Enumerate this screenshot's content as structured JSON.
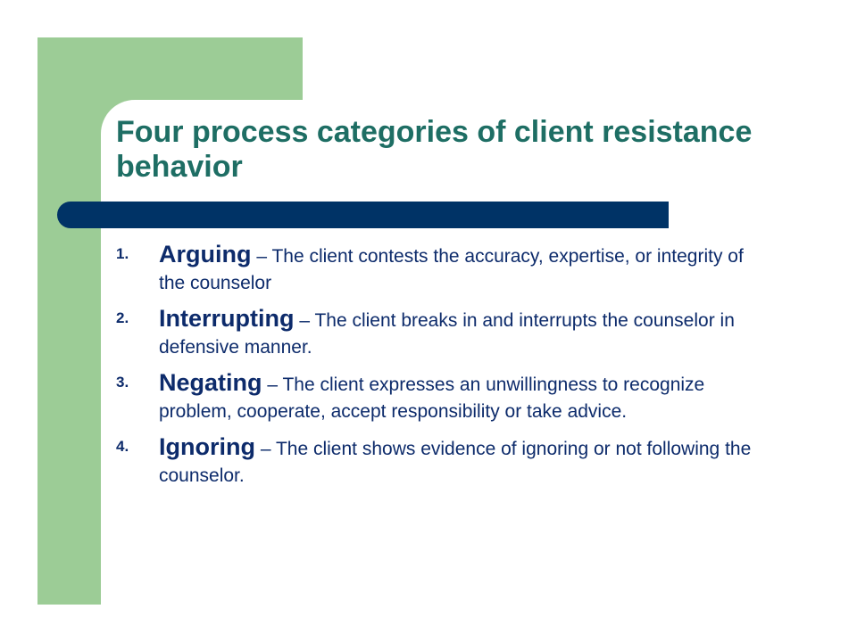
{
  "slide": {
    "title": "Four process categories of client resistance behavior",
    "items": [
      {
        "number": "1.",
        "term": "Arguing",
        "description": " – The client contests the accuracy, expertise, or integrity of the counselor"
      },
      {
        "number": "2.",
        "term": "Interrupting",
        "description": " – The client breaks in and interrupts the counselor in defensive manner."
      },
      {
        "number": "3.",
        "term": "Negating",
        "description": " – The client expresses an unwillingness to recognize problem, cooperate, accept responsibility or take advice."
      },
      {
        "number": "4.",
        "term": "Ignoring",
        "description": " – The client shows evidence of ignoring or not following the counselor."
      }
    ]
  },
  "colors": {
    "accent_green": "#9ccc96",
    "rule_navy": "#003366",
    "title_teal": "#1e6e64",
    "body_navy": "#0d2b6b"
  }
}
